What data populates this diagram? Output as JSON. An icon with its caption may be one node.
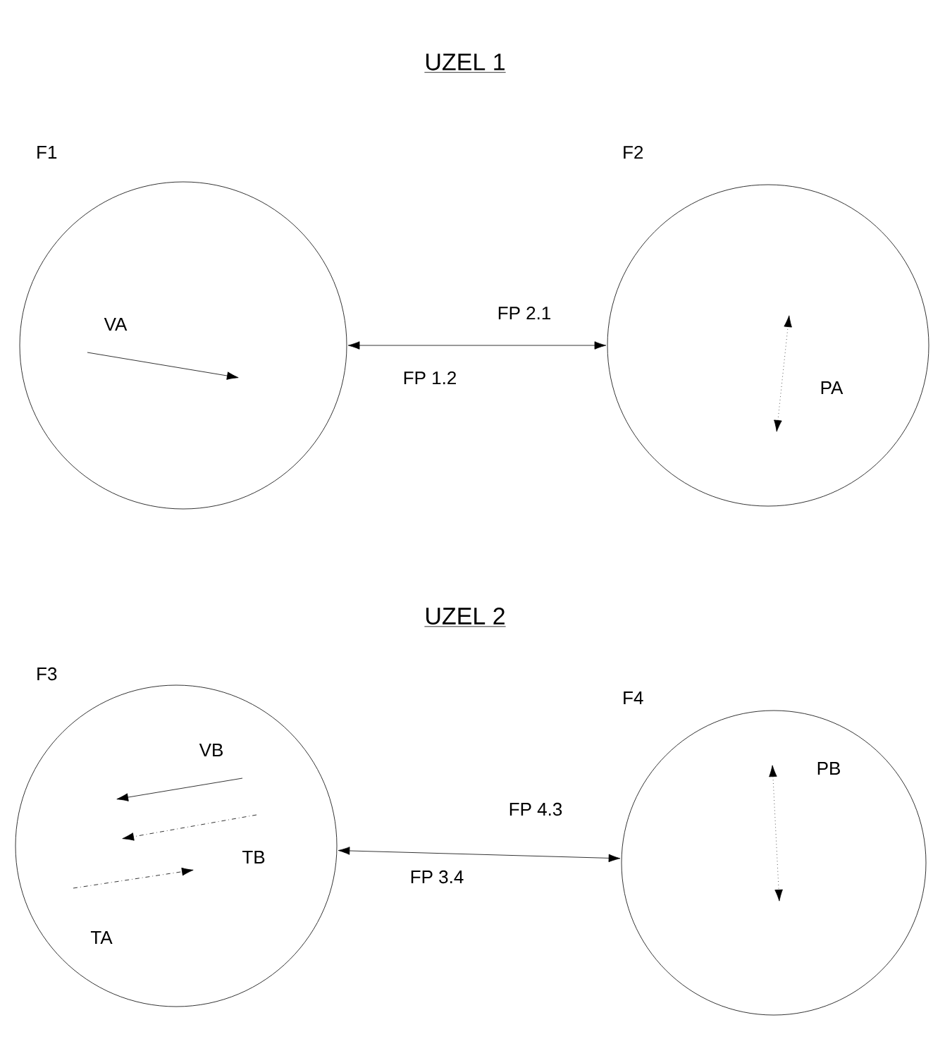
{
  "diagram": {
    "nodes": [
      {
        "text": [
          "F1"
        ]
      },
      {
        "text": [
          "F2"
        ]
      },
      {
        "text": [
          "F3"
        ]
      },
      {
        "text": [
          "F4"
        ]
      }
    ],
    "edges": [
      {
        "from": 0,
        "to": 1,
        "arrow": "both"
      },
      {
        "from": 2,
        "to": 3,
        "arrow": "both"
      }
    ],
    "labels": [
      "UZEL 1",
      "FP 2.1",
      "VA",
      "FP 1.2",
      "PA",
      "UZEL 2",
      "VB",
      "PB",
      "FP 4.3",
      "TB",
      "FP 3.4",
      "TA"
    ]
  }
}
